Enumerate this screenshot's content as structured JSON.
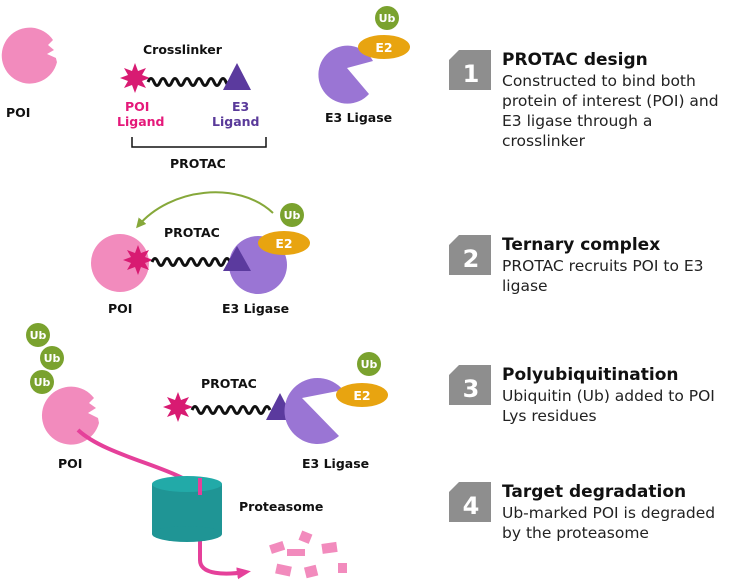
{
  "panel1": {
    "poi_label": "POI",
    "crosslinker_label": "Crosslinker",
    "poi_ligand_line1": "POI",
    "poi_ligand_line2": "Ligand",
    "e3_ligand_line1": "E3",
    "e3_ligand_line2": "Ligand",
    "protac_label": "PROTAC",
    "ub_label": "Ub",
    "e2_label": "E2",
    "e3_ligase_label": "E3 Ligase"
  },
  "panel2": {
    "protac_label": "PROTAC",
    "ub_label": "Ub",
    "e2_label": "E2",
    "poi_label": "POI",
    "e3_ligase_label": "E3 Ligase"
  },
  "panel3": {
    "ub_labels": [
      "Ub",
      "Ub",
      "Ub"
    ],
    "poi_label": "POI",
    "protac_label": "PROTAC",
    "ub_label": "Ub",
    "e2_label": "E2",
    "e3_ligase_label": "E3 Ligase",
    "proteasome_label": "Proteasome"
  },
  "steps": [
    {
      "number": "1",
      "title": "PROTAC design",
      "description": "Constructed to bind both protein of interest (POI) and E3 ligase through a crosslinker"
    },
    {
      "number": "2",
      "title": "Ternary complex",
      "description": "PROTAC recruits POI to E3 ligase"
    },
    {
      "number": "3",
      "title": "Polyubiquitination",
      "description": "Ubiquitin (Ub) added to POI Lys residues"
    },
    {
      "number": "4",
      "title": "Target degradation",
      "description": "Ub-marked POI is degraded by the proteasome"
    }
  ],
  "colors": {
    "poi": "#f28bbd",
    "ligand": "#d81b72",
    "e3": "#9a75d4",
    "e3_ligand": "#5b3a9e",
    "e2": "#e8a410",
    "ub": "#7aa22e",
    "proteasome": "#1f9595",
    "arrow_magenta": "#e5409a",
    "arrow_green": "#86a83a",
    "badge": "#8e8e8e"
  }
}
